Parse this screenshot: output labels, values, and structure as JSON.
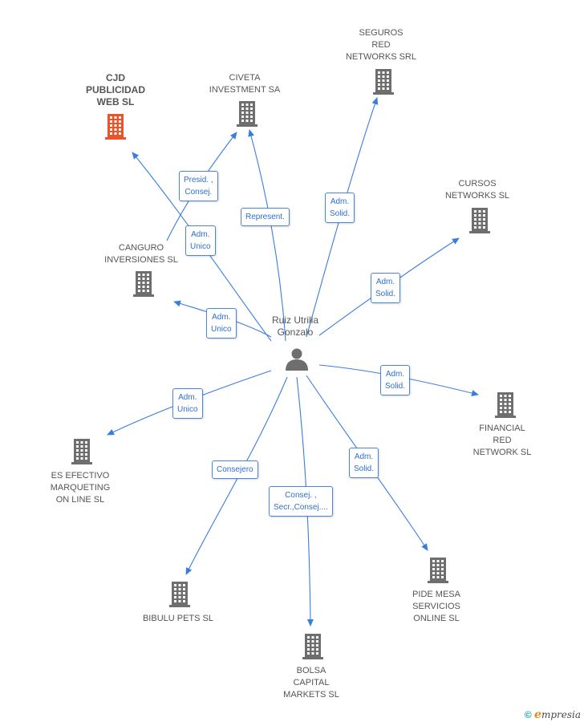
{
  "person": {
    "name": "Ruiz Utrilla\nGonzalo"
  },
  "colors": {
    "edge": "#3b7ddd",
    "building": "#6e6e6e",
    "highlight": "#e8552b"
  },
  "companies": [
    {
      "id": "cjd",
      "name": "CJD\nPUBLICIDAD\nWEB SL",
      "highlight": true
    },
    {
      "id": "civeta",
      "name": "CIVETA\nINVESTMENT SA"
    },
    {
      "id": "seguros",
      "name": "SEGUROS\nRED\nNETWORKS SRL"
    },
    {
      "id": "cursos",
      "name": "CURSOS\nNETWORKS SL"
    },
    {
      "id": "canguro",
      "name": "CANGURO\nINVERSIONES SL"
    },
    {
      "id": "financial",
      "name": "FINANCIAL\nRED\nNETWORK SL"
    },
    {
      "id": "esefectivo",
      "name": "ES EFECTIVO\nMARQUETING\nON LINE SL"
    },
    {
      "id": "pidemesa",
      "name": "PIDE MESA\nSERVICIOS\nONLINE SL"
    },
    {
      "id": "bibulu",
      "name": "BIBULU PETS SL"
    },
    {
      "id": "bolsa",
      "name": "BOLSA\nCAPITAL\nMARKETS SL"
    }
  ],
  "edges": [
    {
      "label": "Adm.\nUnico"
    },
    {
      "label": "Presid. ,\nConsej."
    },
    {
      "label": "Represent."
    },
    {
      "label": "Adm.\nSolid."
    },
    {
      "label": "Adm.\nSolid."
    },
    {
      "label": "Adm.\nUnico"
    },
    {
      "label": "Adm.\nSolid."
    },
    {
      "label": "Adm.\nUnico"
    },
    {
      "label": "Consejero"
    },
    {
      "label": "Consej. ,\nSecr.,Consej...."
    },
    {
      "label": "Adm.\nSolid."
    }
  ],
  "footer": {
    "copyright": "©",
    "brand_initial": "e",
    "brand_rest": "mpresia"
  }
}
